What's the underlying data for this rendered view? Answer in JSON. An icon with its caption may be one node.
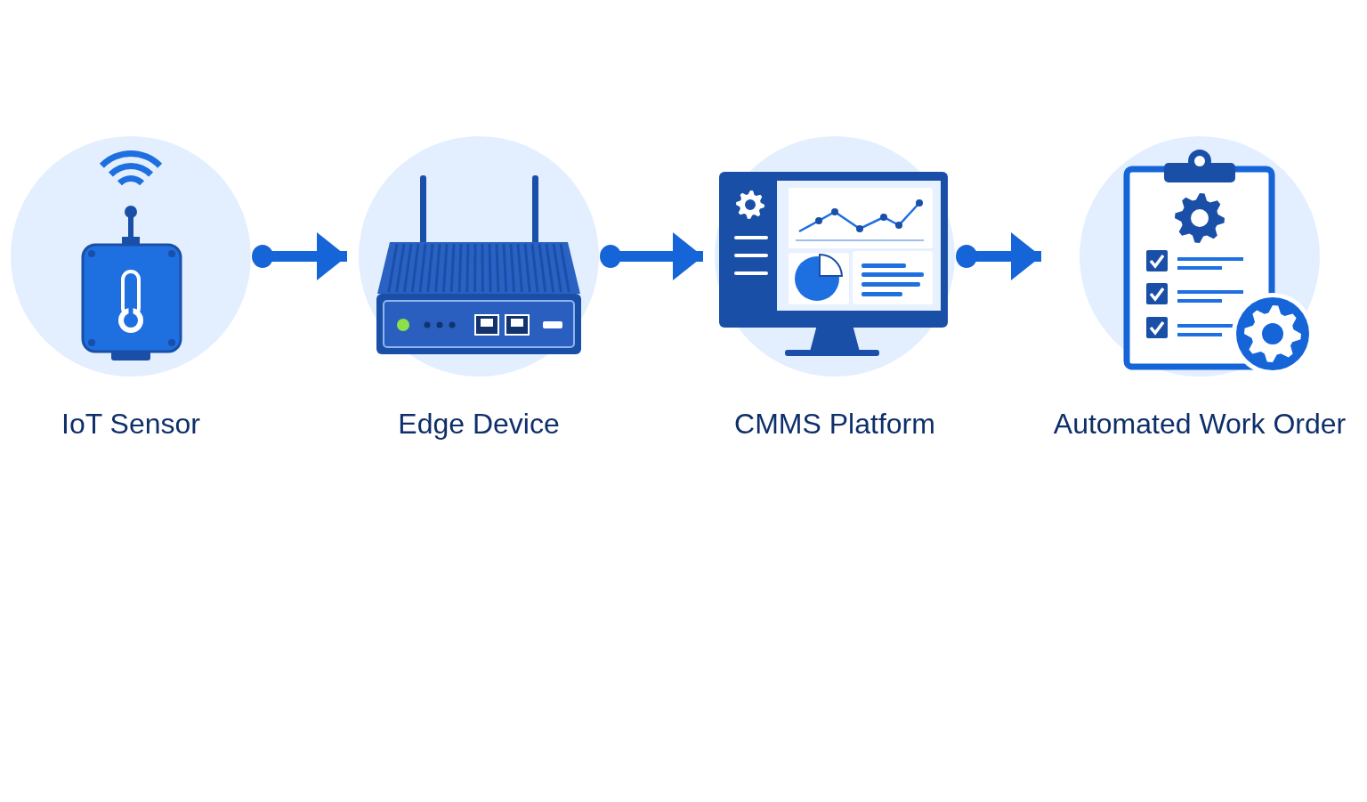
{
  "diagram": {
    "nodes": [
      {
        "text": [
          "IoT Sensor"
        ]
      },
      {
        "text": [
          "Edge Device"
        ]
      },
      {
        "text": [
          "CMMS Platform"
        ]
      },
      {
        "text": [
          "Automated Work Order"
        ]
      }
    ],
    "edges": [
      {
        "from": 0,
        "to": 1,
        "arrow": "to"
      },
      {
        "from": 1,
        "to": 2,
        "arrow": "to"
      },
      {
        "from": 2,
        "to": 3,
        "arrow": "to"
      }
    ]
  }
}
